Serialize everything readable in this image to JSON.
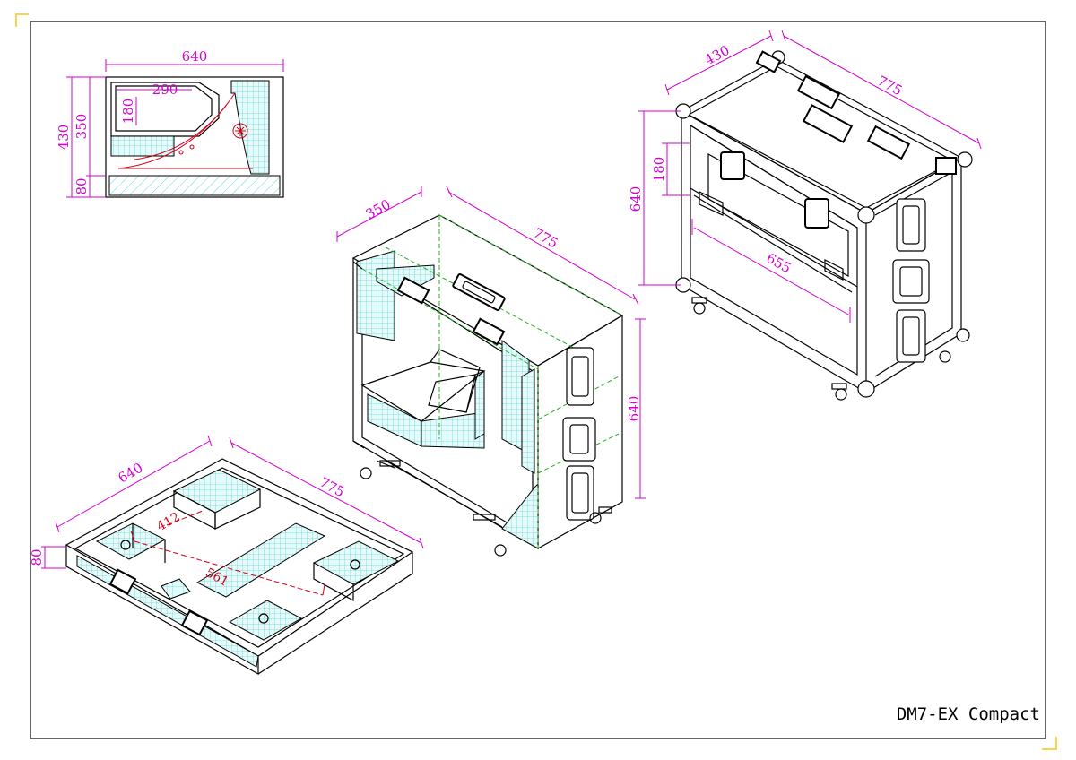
{
  "drawing": {
    "title": "DM7-EX Compact",
    "colors": {
      "dimension": "#d200d2",
      "foam": "#66d8d8",
      "centerline": "#22b022",
      "internal": "#d2001a",
      "corner_mark": "#ffd24a"
    }
  },
  "views": {
    "top": {
      "width": "640",
      "height": "430",
      "inner": "350",
      "base": "80",
      "cutout_w": "290",
      "cutout_h": "180"
    },
    "iso_open": {
      "depth": "350",
      "length": "775",
      "height": "640"
    },
    "lid": {
      "width": "640",
      "length": "775",
      "height": "80",
      "inner_a": "412",
      "inner_b": "561"
    },
    "iso_closed": {
      "depth": "430",
      "length": "775",
      "height": "640",
      "door": "180",
      "inner_length": "655"
    }
  }
}
